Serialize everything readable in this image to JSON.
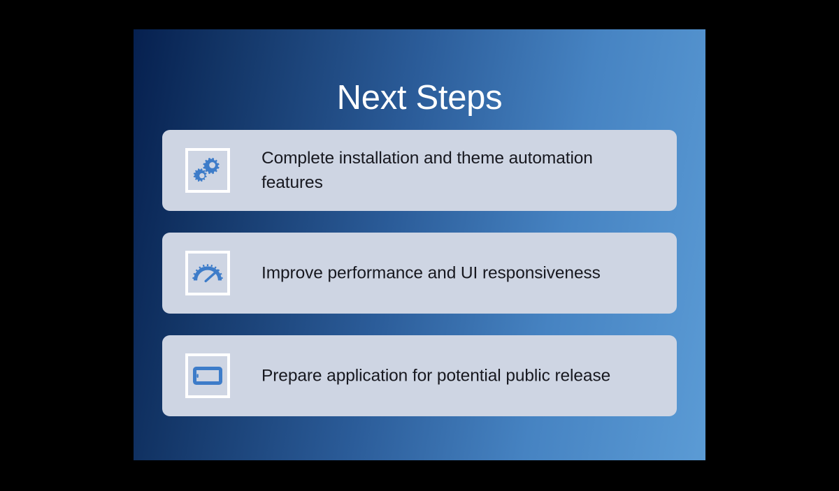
{
  "slide": {
    "title": "Next Steps",
    "background": {
      "gradient_from": "#06204f",
      "gradient_to": "#5b9bd5",
      "direction": "left-to-right"
    },
    "card_background": "#ced5e3",
    "card_text_color": "#17181f",
    "icon_color": "#3d7cc9",
    "icon_frame_color": "#ffffff",
    "title_color": "#ffffff",
    "canvas_background": "#000000",
    "items": [
      {
        "icon": "gears-icon",
        "text": "Complete installation and theme automation features",
        "lines": 2
      },
      {
        "icon": "speedometer-icon",
        "text": "Improve performance and UI responsiveness",
        "lines": 1
      },
      {
        "icon": "tablet-device-icon",
        "text": "Prepare application for potential public release",
        "lines": 1
      }
    ]
  }
}
